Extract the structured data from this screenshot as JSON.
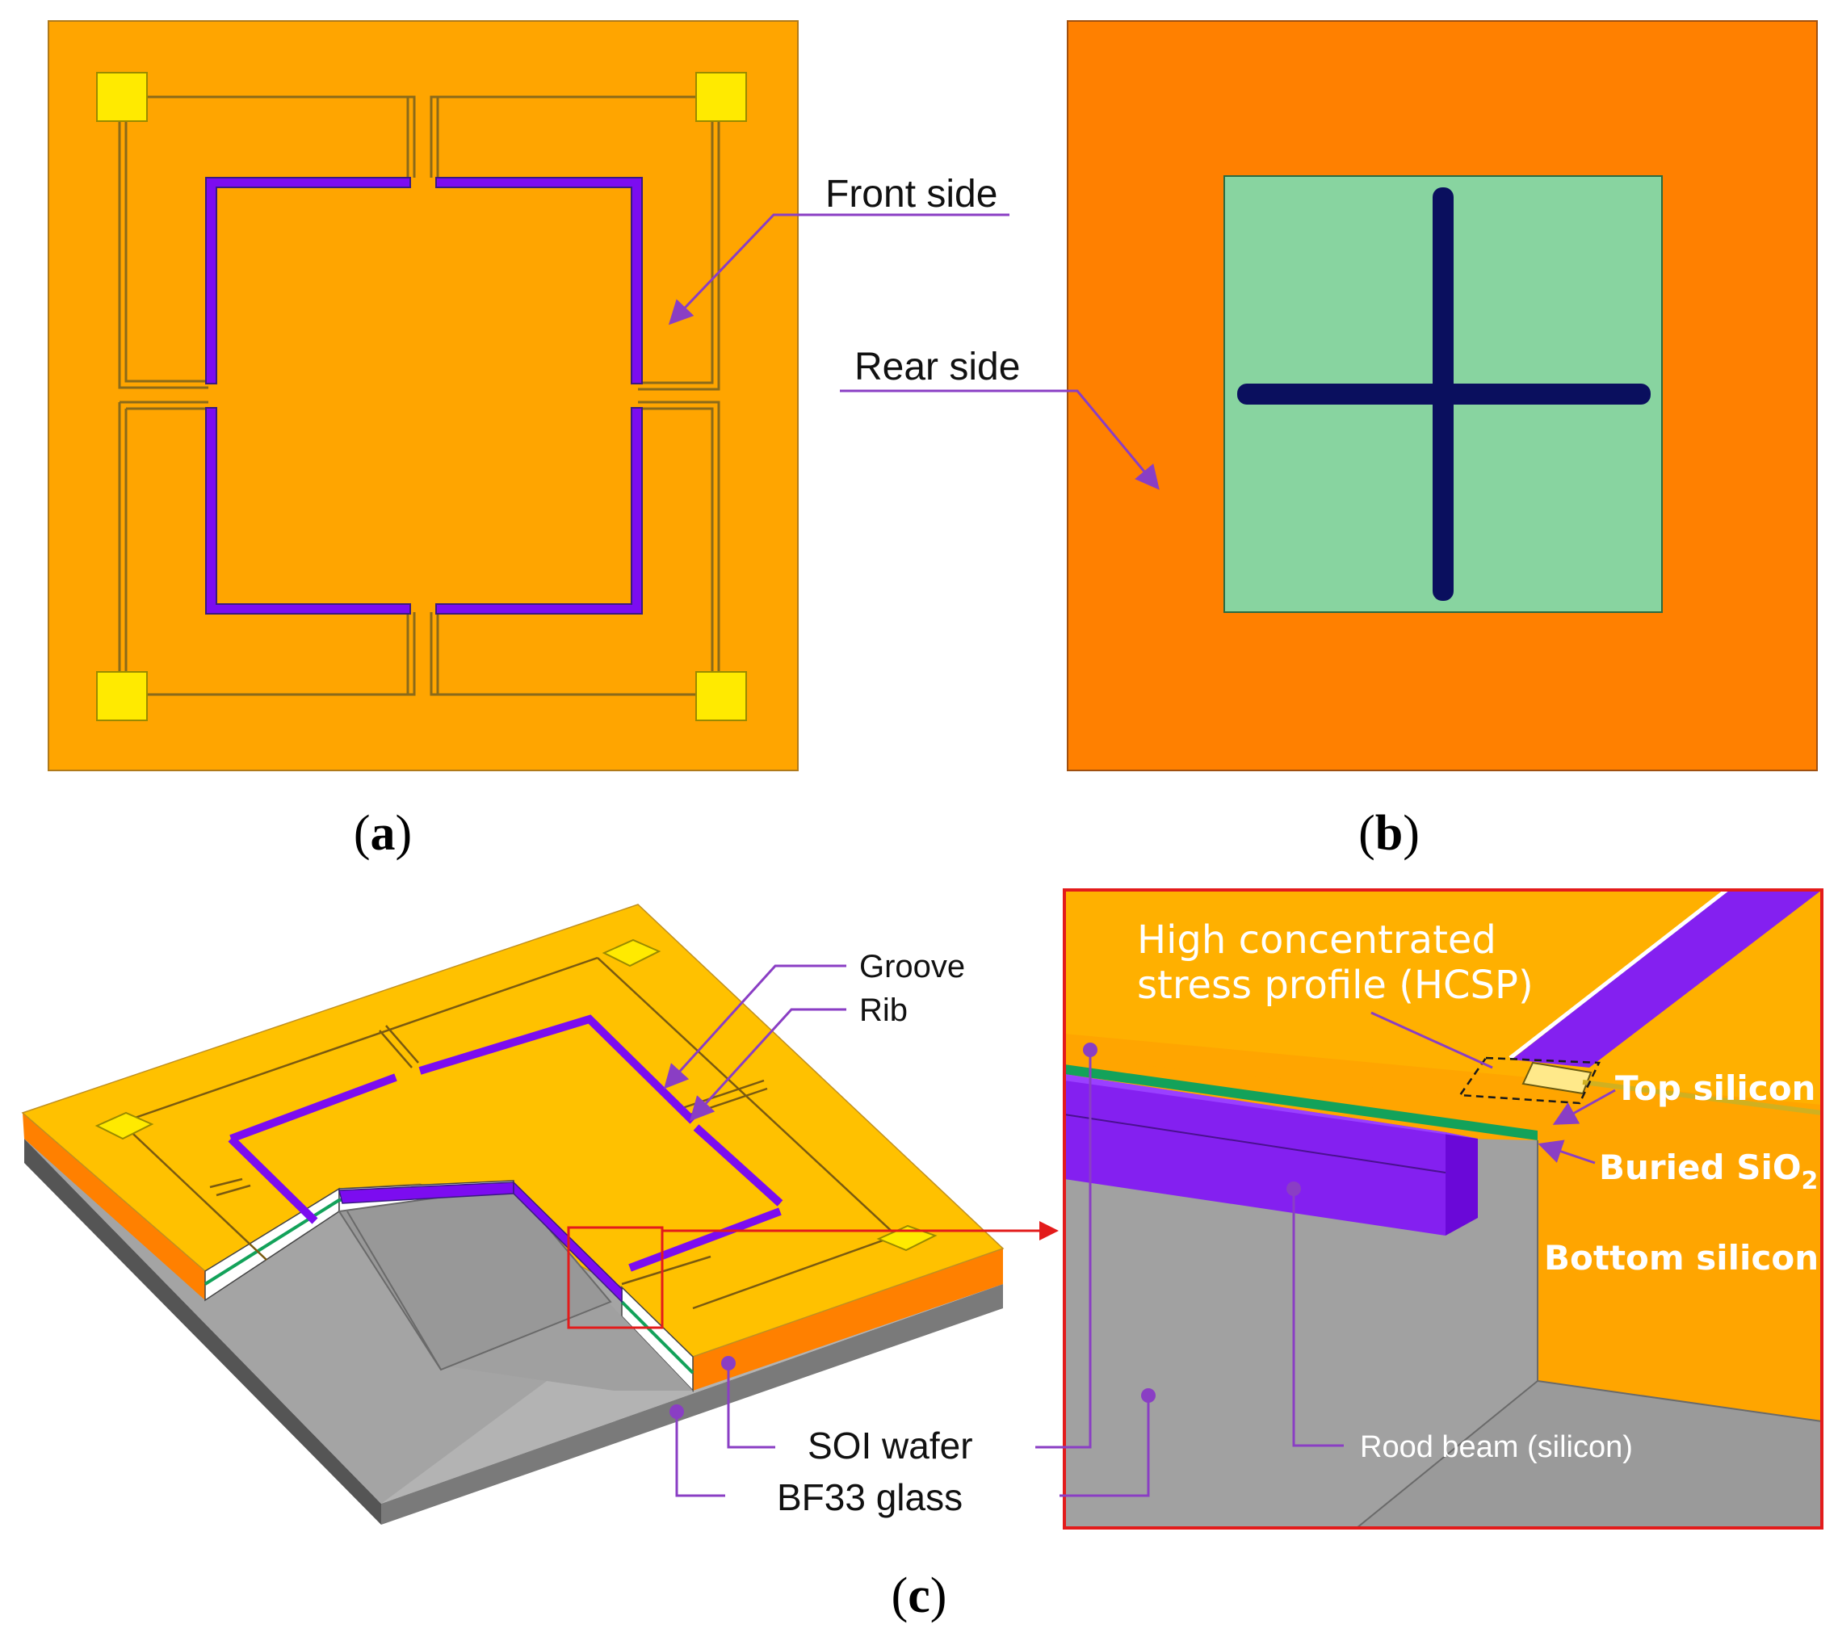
{
  "panels": {
    "a": {
      "caption_letter": "a",
      "front_side_label": "Front side"
    },
    "b": {
      "caption_letter": "b",
      "rear_side_label": "Rear side"
    },
    "c": {
      "caption_letter": "c",
      "groove_label": "Groove",
      "rib_label": "Rib",
      "soi_wafer_label": "SOI wafer",
      "bf33_glass_label": "BF33 glass"
    },
    "zoom": {
      "hcsp_line1": "High concentrated",
      "hcsp_line2": "stress profile (HCSP)",
      "top_silicon_label": "Top silicon",
      "buried_sio2_label": "Buried SiO",
      "buried_sio2_sub": "2",
      "bottom_silicon_label": "Bottom silicon",
      "rood_beam_label": "Rood beam (silicon)"
    }
  },
  "colors": {
    "front_face": "#ffa500",
    "rear_frame": "#ff8000",
    "rear_membrane": "#88d4a0",
    "cross": "#0a0f5e",
    "groove_purple": "#7c0cf0",
    "pad_yellow": "#ffea00",
    "glass_gray": "#a6a6a6",
    "pointer_purple": "#8a3ec4",
    "zoom_border": "#e31b1b",
    "oxide_green": "#13a25a"
  }
}
